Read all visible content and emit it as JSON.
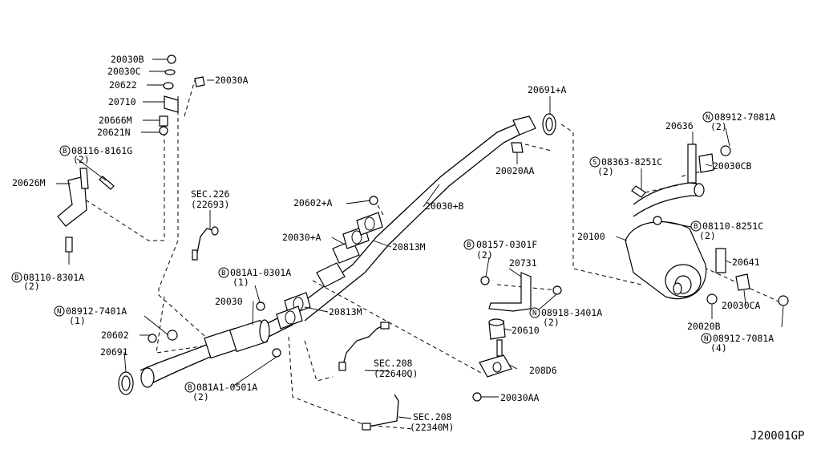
{
  "diagram_code": "J20001GP",
  "labels": {
    "p20030B": "20030B",
    "p20030C": "20030C",
    "p20622": "20622",
    "p20710": "20710",
    "p20666M": "20666M",
    "p20621N": "20621N",
    "p20030A": "20030A",
    "b08116": "08116-8161G",
    "b08116_qty": "(2)",
    "p20626M": "20626M",
    "b08110_8301A": "08110-8301A",
    "b08110_8301A_qty": "(2)",
    "sec226": "SEC.226",
    "sec226_ref": "(22693)",
    "p20602A": "20602+A",
    "p20030plusA": "20030+A",
    "p20813M_a": "20813M",
    "p20813M_b": "20813M",
    "b081A1_0301A": "081A1-0301A",
    "b081A1_0301A_qty": "(1)",
    "p20030": "20030",
    "n08912_7401A": "08912-7401A",
    "n08912_7401A_qty": "(1)",
    "p20602": "20602",
    "p20691": "20691",
    "b081A1_0501A": "081A1-0501A",
    "b081A1_0501A_qty": "(2)",
    "sec208_a": "SEC.208",
    "sec208_a_ref": "(22640Q)",
    "sec208_b": "SEC.208",
    "sec208_b_ref": "(22340M)",
    "p20691A": "20691+A",
    "p20020AA": "20020AA",
    "p20030B_plus": "20030+B",
    "b08157": "08157-0301F",
    "b08157_qty": "(2)",
    "p20731": "20731",
    "n08918_3401A": "08918-3401A",
    "n08918_3401A_qty": "(2)",
    "p20610": "20610",
    "p208D6": "208D6",
    "p20030AA": "20030AA",
    "n08912_7081A_top": "08912-7081A",
    "n08912_7081A_top_qty": "(2)",
    "p20636": "20636",
    "s08363": "08363-8251C",
    "s08363_qty": "(2)",
    "p20030CB": "20030CB",
    "b08110_8251C": "08110-8251C",
    "b08110_8251C_qty": "(2)",
    "p20100": "20100",
    "p20641": "20641",
    "p20030CA": "20030CA",
    "p20020B": "20020B",
    "n08912_7081A_bot": "08912-7081A",
    "n08912_7081A_bot_qty": "(4)"
  },
  "prefix_symbols": {
    "bolt": "B",
    "nut": "N",
    "screw": "S"
  }
}
